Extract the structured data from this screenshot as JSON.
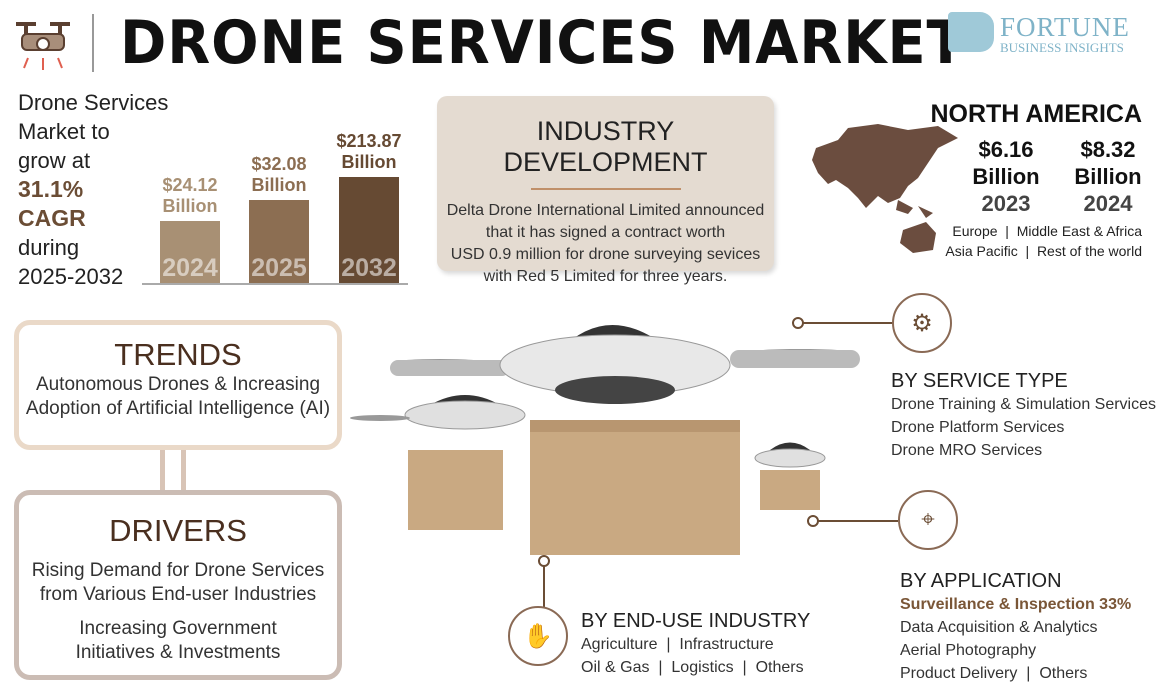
{
  "header": {
    "title": "DRONE SERVICES MARKET",
    "logo_line1": "FORTUNE",
    "logo_line2": "BUSINESS INSIGHTS",
    "logo_icon": "fb-logo-mark"
  },
  "growth": {
    "line1": "Drone Services",
    "line2": "Market to",
    "line3": "grow at",
    "cagr": "31.1%",
    "cagr_label": "CAGR",
    "line4": "during",
    "period": "2025-2032"
  },
  "chart_data": {
    "type": "bar",
    "categories": [
      "2024",
      "2025",
      "2032"
    ],
    "values": [
      24.12,
      32.08,
      213.87
    ],
    "labels": [
      "$24.12",
      "$32.08",
      "$213.87"
    ],
    "unit": "Billion",
    "colors": [
      "#a89074",
      "#8c6e52",
      "#664a33"
    ]
  },
  "industry": {
    "title": "INDUSTRY DEVELOPMENT",
    "lines": [
      "Delta Drone International Limited announced",
      "that it has signed a contract worth",
      "USD 0.9 million for drone surveying sevices",
      "with Red 5 Limited for three years."
    ]
  },
  "region": {
    "title": "NORTH AMERICA",
    "v1": "$6.16",
    "v2": "$8.32",
    "unit": "Billion",
    "y1": "2023",
    "y2": "2024",
    "others1": "Europe  |  Middle East & Africa",
    "others2": "Asia Pacific  |  Rest of the world",
    "map_color": "#6b4d3f"
  },
  "trends": {
    "title": "TRENDS",
    "lines": [
      "Autonomous Drones & Increasing",
      "Adoption of Artificial Intelligence (AI)"
    ]
  },
  "drivers": {
    "title": "DRIVERS",
    "d1": [
      "Rising Demand for Drone Services",
      "from Various End-user Industries"
    ],
    "d2": [
      "Increasing Government",
      "Initiatives & Investments"
    ]
  },
  "service_type": {
    "title": "BY SERVICE TYPE",
    "items": [
      "Drone Training & Simulation Services",
      "Drone Platform Services",
      "Drone MRO Services"
    ]
  },
  "application": {
    "title": "BY APPLICATION",
    "highlight": "Surveillance & Inspection 33%",
    "items": [
      "Data Acquisition & Analytics",
      "Aerial Photography",
      "Product Delivery  |  Others"
    ]
  },
  "end_use": {
    "title": "BY END-USE INDUSTRY",
    "line1": "Agriculture  |  Infrastructure",
    "line2": "Oil & Gas  |  Logistics  |  Others"
  }
}
